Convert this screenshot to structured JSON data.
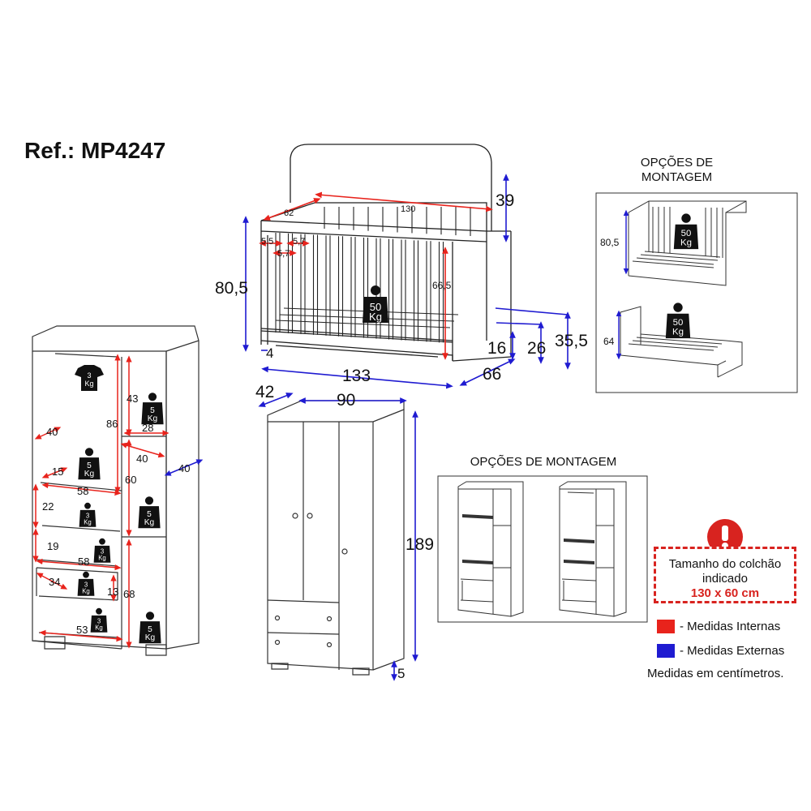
{
  "reference": "Ref.: MP4247",
  "crib_panel_title": "OPÇÕES DE\nMONTAGEM",
  "wardrobe_panel_title": "OPÇÕES DE MONTAGEM",
  "crib_dims": {
    "height_39": "39",
    "width_130": "130",
    "depth_62": "62",
    "bar_5_5": "5,5",
    "bar_5_7_top": "5,7",
    "bar_5_7_bottom": "5,7",
    "height_80_5": "80,5",
    "inner_66_5": "66,5",
    "base_4": "4",
    "width_133": "133",
    "depth_66": "66",
    "h_16": "16",
    "h_26": "26",
    "h_35_5": "35,5"
  },
  "crib_weight": {
    "value": "50",
    "unit": "Kg"
  },
  "crib_options": {
    "top_height": "80,5",
    "bottom_height": "64",
    "top_weight": "50",
    "top_unit": "Kg",
    "bottom_weight": "50",
    "bottom_unit": "Kg"
  },
  "wardrobe_left": {
    "d40_left": "40",
    "d86": "86",
    "d43": "43",
    "d28": "28",
    "d40_mid": "40",
    "d60": "60",
    "d40_right": "40",
    "d15": "15",
    "d58_top": "58",
    "d22": "22",
    "d19": "19",
    "d58_bottom": "58",
    "d34": "34",
    "d13": "13",
    "d68": "68",
    "d53": "53"
  },
  "wardrobe_weights": {
    "hanger": {
      "value": "3",
      "unit": "Kg"
    },
    "w5a": {
      "value": "5",
      "unit": "Kg"
    },
    "w5b": {
      "value": "5",
      "unit": "Kg"
    },
    "w5c": {
      "value": "5",
      "unit": "Kg"
    },
    "w5d": {
      "value": "5",
      "unit": "Kg"
    },
    "w3a": {
      "value": "3",
      "unit": "Kg"
    },
    "w3b": {
      "value": "3",
      "unit": "Kg"
    },
    "w3c": {
      "value": "3",
      "unit": "Kg"
    },
    "w3d": {
      "value": "3",
      "unit": "Kg"
    }
  },
  "wardrobe_front": {
    "d42": "42",
    "d90": "90",
    "d189": "189",
    "d5": "5"
  },
  "warning": {
    "line1": "Tamanho do colchão",
    "line2": "indicado",
    "line3": "130 x 60 cm",
    "icon": "exclamation-icon",
    "color": "#d8231f"
  },
  "legend": {
    "internal": {
      "label": "- Medidas Internas",
      "color": "#e8231c"
    },
    "external": {
      "label": "- Medidas Externas",
      "color": "#1f1bd1"
    }
  },
  "units_note": "Medidas em centímetros."
}
